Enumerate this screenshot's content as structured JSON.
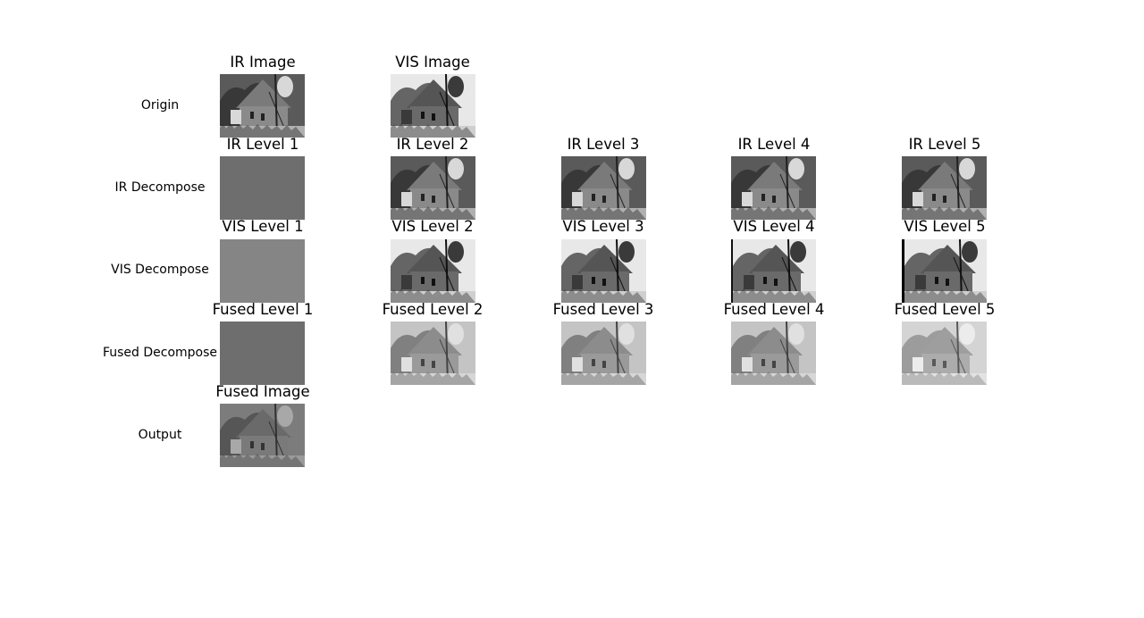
{
  "rows": {
    "origin": {
      "label": "Origin"
    },
    "ir_decompose": {
      "label": "IR Decompose"
    },
    "vis_decompose": {
      "label": "VIS Decompose"
    },
    "fused_decompose": {
      "label": "Fused Decompose"
    },
    "output": {
      "label": "Output"
    }
  },
  "tiles": {
    "ir_image": {
      "title": "IR Image",
      "image": "house-ir"
    },
    "vis_image": {
      "title": "VIS Image",
      "image": "house-vis"
    },
    "ir_l1": {
      "title": "IR Level 1",
      "image": "flat-gray"
    },
    "ir_l2": {
      "title": "IR Level 2",
      "image": "house-ir"
    },
    "ir_l3": {
      "title": "IR Level 3",
      "image": "house-ir"
    },
    "ir_l4": {
      "title": "IR Level 4",
      "image": "house-ir"
    },
    "ir_l5": {
      "title": "IR Level 5",
      "image": "house-ir"
    },
    "vis_l1": {
      "title": "VIS Level 1",
      "image": "flat-gray"
    },
    "vis_l2": {
      "title": "VIS Level 2",
      "image": "house-vis"
    },
    "vis_l3": {
      "title": "VIS Level 3",
      "image": "house-vis"
    },
    "vis_l4": {
      "title": "VIS Level 4",
      "image": "house-vis"
    },
    "vis_l5": {
      "title": "VIS Level 5",
      "image": "house-vis"
    },
    "fused_l1": {
      "title": "Fused Level 1",
      "image": "flat-gray"
    },
    "fused_l2": {
      "title": "Fused Level 2",
      "image": "house-fused"
    },
    "fused_l3": {
      "title": "Fused Level 3",
      "image": "house-fused"
    },
    "fused_l4": {
      "title": "Fused Level 4",
      "image": "house-fused"
    },
    "fused_l5": {
      "title": "Fused Level 5",
      "image": "house-fused"
    },
    "fused_image": {
      "title": "Fused Image",
      "image": "house-fused-dark"
    }
  },
  "colors": {
    "background": "#ffffff",
    "flat_dark": "#6e6e6e",
    "flat_light": "#858585"
  }
}
